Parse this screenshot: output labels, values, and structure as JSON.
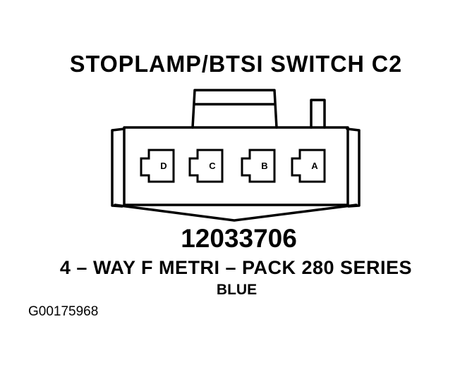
{
  "title": "STOPLAMP/BTSI SWITCH C2",
  "connector": {
    "pins": [
      "D",
      "C",
      "B",
      "A"
    ]
  },
  "part_number": "12033706",
  "description": "4 – WAY F METRI – PACK 280 SERIES",
  "color": "BLUE",
  "figure_id": "G00175968"
}
